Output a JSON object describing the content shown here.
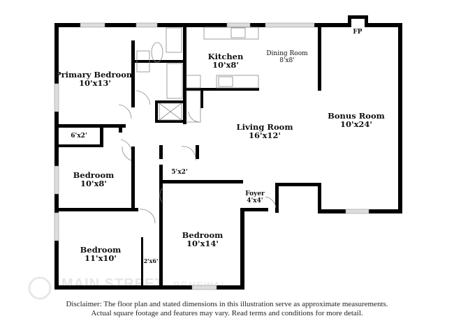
{
  "rooms": [
    {
      "name": "Primary Bedroom",
      "size": "10'x13'"
    },
    {
      "name": "Kitchen",
      "size": "10'x8'"
    },
    {
      "name": "Dining Room",
      "size": "8'x8'"
    },
    {
      "name": "Living Room",
      "size": "16'x12'"
    },
    {
      "name": "Bonus Room",
      "size": "10'x24'"
    },
    {
      "name": "Bedroom",
      "size": "10'x8'"
    },
    {
      "name": "Bedroom",
      "size": "10'x14'"
    },
    {
      "name": "Bedroom",
      "size": "11'x10'"
    },
    {
      "name": "Foyer",
      "size": "4'x4'"
    }
  ],
  "closets": [
    "6'x2'",
    "5'x2'",
    "2'x6'"
  ],
  "fireplace": "FP",
  "disclaimer": [
    "Disclaimer: The floor plan and stated dimensions in this illustration serve as approximate measurements.",
    "Actual square footage and features may vary. Read terms and conditions for more detail."
  ],
  "watermark": {
    "line1": "MAIN STREET",
    "line2": "RENEWAL"
  }
}
